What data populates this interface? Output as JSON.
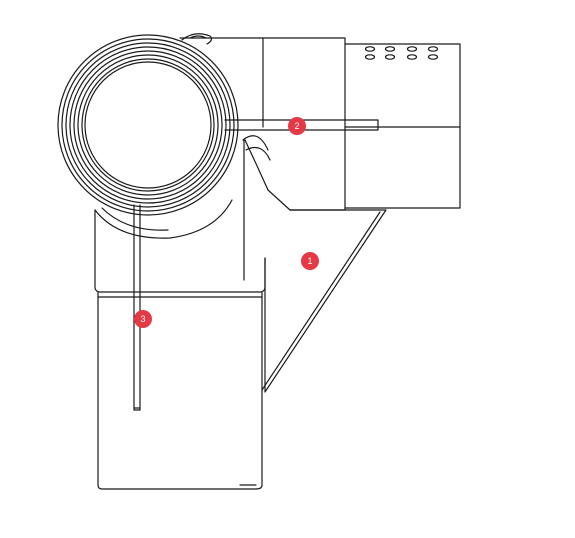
{
  "callouts": [
    {
      "id": "callout-1",
      "label": "1"
    },
    {
      "id": "callout-2",
      "label": "2"
    },
    {
      "id": "callout-3",
      "label": "3"
    }
  ],
  "colors": {
    "line": "#1a1a1a",
    "callout": "#e63946",
    "callout_text": "#ffffff",
    "background": "#ffffff"
  }
}
